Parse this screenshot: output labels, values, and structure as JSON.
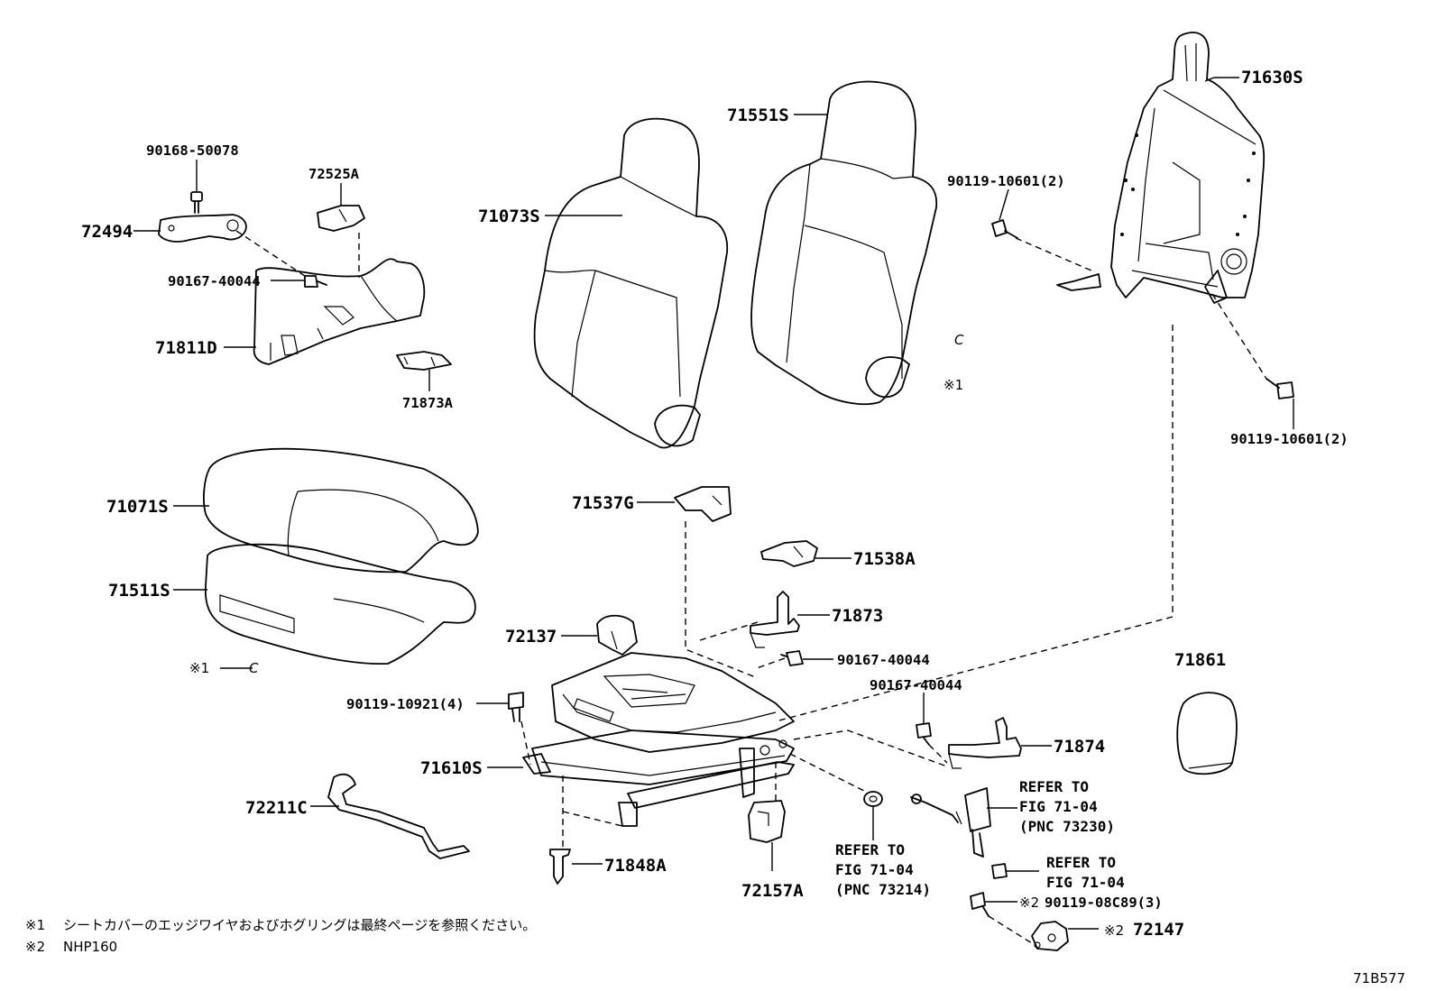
{
  "labels": {
    "p71630s": "71630S",
    "p71551s": "71551S",
    "p71073s": "71073S",
    "p90168_50078": "90168-50078",
    "p72525a": "72525A",
    "p72494": "72494",
    "p90167_40044_a": "90167-40044",
    "p71811d": "71811D",
    "p71873a": "71873A",
    "p90119_10601_a": "90119-10601(2)",
    "p90119_10601_b": "90119-10601(2)",
    "p71071s": "71071S",
    "p71511s": "71511S",
    "p71537g": "71537G",
    "p71538a": "71538A",
    "p71873": "71873",
    "p72137": "72137",
    "p90167_40044_b": "90167-40044",
    "p90167_40044_c": "90167-40044",
    "p71861": "71861",
    "p90119_10921": "90119-10921(4)",
    "p71610s": "71610S",
    "p71874": "71874",
    "p72211c": "72211C",
    "p71848a": "71848A",
    "p72157a": "72157A",
    "p90119_08c89": "90119-08C89(3)",
    "p72147": "72147"
  },
  "refs": {
    "ref1": [
      "REFER TO",
      "FIG 71-04",
      "(PNC 73214)"
    ],
    "ref2": [
      "REFER TO",
      "FIG 71-04",
      "(PNC 73230)"
    ],
    "ref3": [
      "REFER TO",
      "FIG 71-04"
    ]
  },
  "marks": {
    "m1_left": "※1",
    "m1_right": "※1",
    "m2_a": "※2",
    "m2_b": "※2",
    "c_glyph": "C"
  },
  "notes": [
    {
      "mark": "※1",
      "text": "シートカバーのエッジワイヤおよびホグリングは最終ページを参照ください。"
    },
    {
      "mark": "※2",
      "text": "NHP160"
    }
  ],
  "diagram_code": "71B577"
}
